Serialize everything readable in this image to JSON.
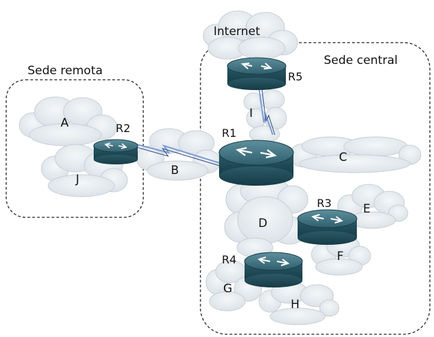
{
  "regions": {
    "remote": "Sede remota",
    "central": "Sede central"
  },
  "clouds": {
    "internet": "Internet",
    "A": "A",
    "J": "J",
    "B": "B",
    "C": "C",
    "I": "I",
    "D": "D",
    "E": "E",
    "F": "F",
    "G": "G",
    "H": "H"
  },
  "routers": {
    "R1": "R1",
    "R2": "R2",
    "R3": "R3",
    "R4": "R4",
    "R5": "R5"
  },
  "colors": {
    "cloud_fill": "#e4eaef",
    "cloud_stroke": "#c4ccd3",
    "router_top": "#3d6e7c",
    "router_side": "#1f4856",
    "link": "#7e9cd6"
  }
}
